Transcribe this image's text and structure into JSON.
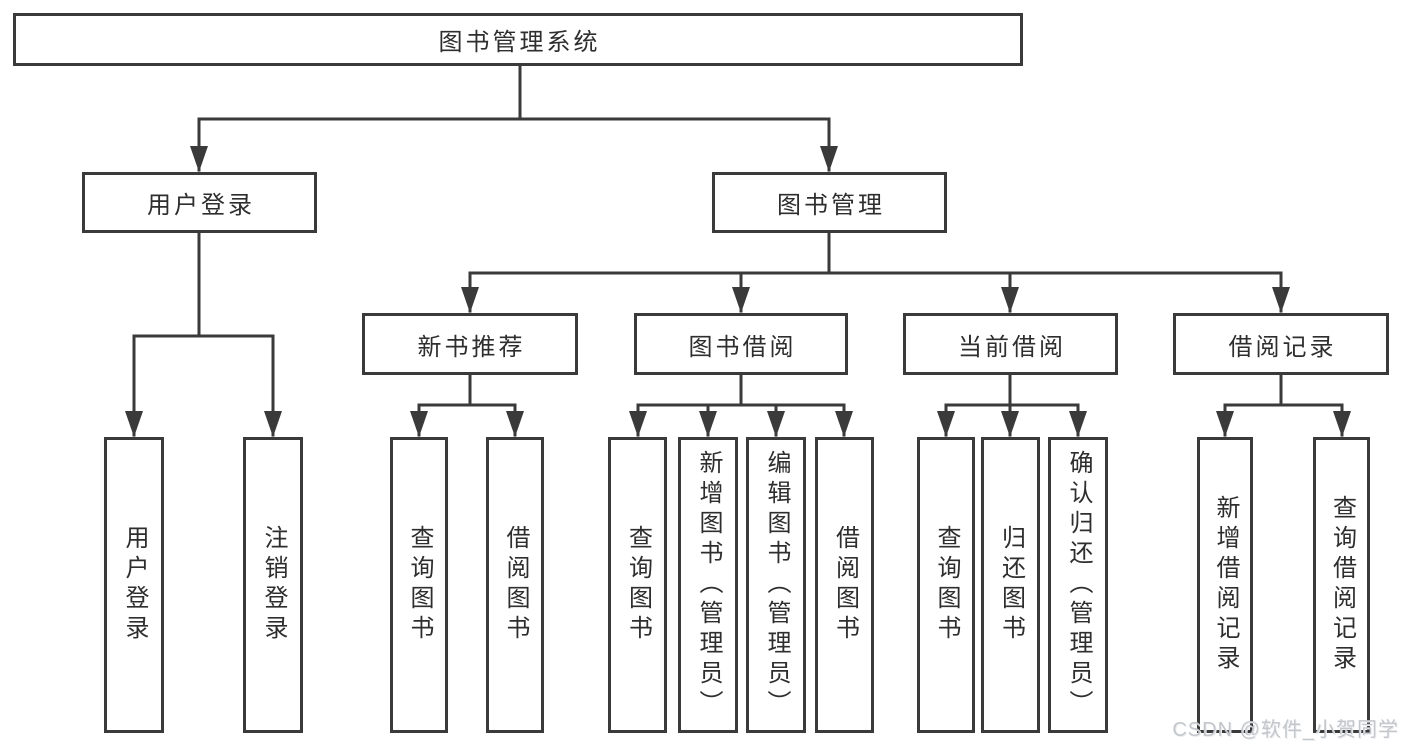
{
  "page": {
    "background": "#ffffff",
    "line_color": "#3a3a3a",
    "text_color": "#2e2e2e",
    "watermark_color": "#c3c6cb"
  },
  "watermark": {
    "text": "CSDN @软件_小贺同学"
  },
  "tree": {
    "root": {
      "label": "图书管理系统"
    },
    "level2": [
      {
        "label": "用户登录"
      },
      {
        "label": "图书管理"
      }
    ],
    "level3": [
      {
        "label": "新书推荐"
      },
      {
        "label": "图书借阅"
      },
      {
        "label": "当前借阅"
      },
      {
        "label": "借阅记录"
      }
    ],
    "leaves": {
      "user_login": [
        "用户登录",
        "注销登录"
      ],
      "new_book_recommend": [
        "查询图书",
        "借阅图书"
      ],
      "book_borrow": [
        "查询图书",
        "新增图书（管理员）",
        "编辑图书（管理员）",
        "借阅图书"
      ],
      "current_borrow": [
        "查询图书",
        "归还图书",
        "确认归还（管理员）"
      ],
      "borrow_record": [
        "新增借阅记录",
        "查询借阅记录"
      ]
    }
  }
}
